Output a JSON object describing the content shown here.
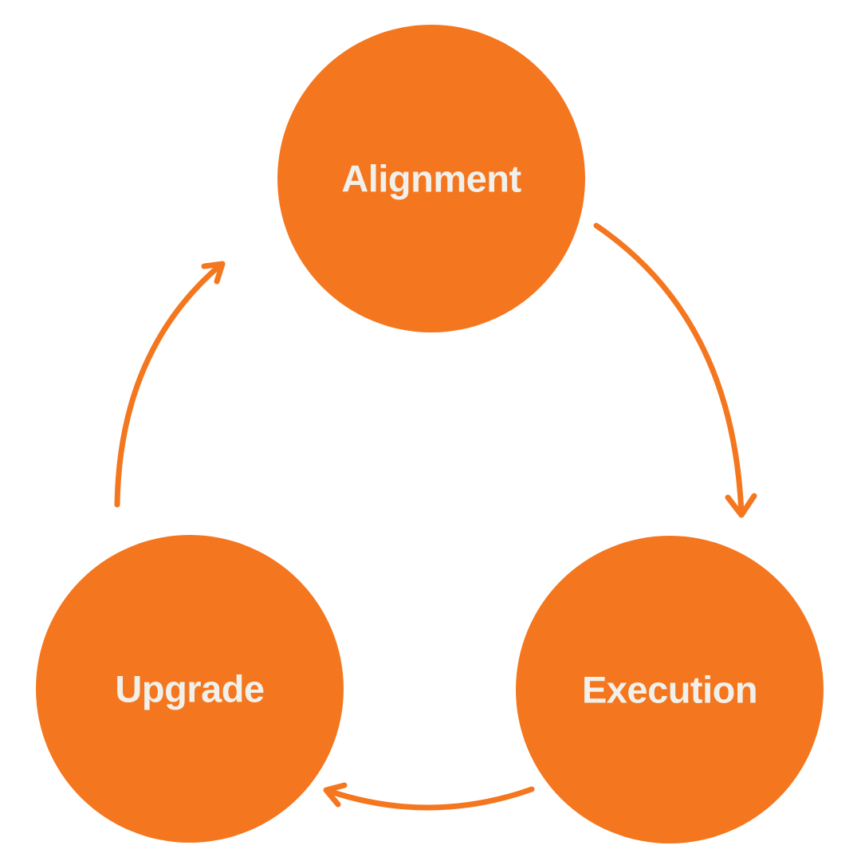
{
  "diagram": {
    "type": "cycle",
    "background_color": "#ffffff",
    "colors": {
      "circle": "#f4771f",
      "label": "#f1f0eb",
      "arrow": "#f4771f"
    },
    "nodes": [
      {
        "id": "alignment",
        "label": "Alignment"
      },
      {
        "id": "execution",
        "label": "Execution"
      },
      {
        "id": "upgrade",
        "label": "Upgrade"
      }
    ],
    "arrows": [
      {
        "from": "alignment",
        "to": "execution"
      },
      {
        "from": "execution",
        "to": "upgrade"
      },
      {
        "from": "upgrade",
        "to": "alignment"
      }
    ]
  }
}
